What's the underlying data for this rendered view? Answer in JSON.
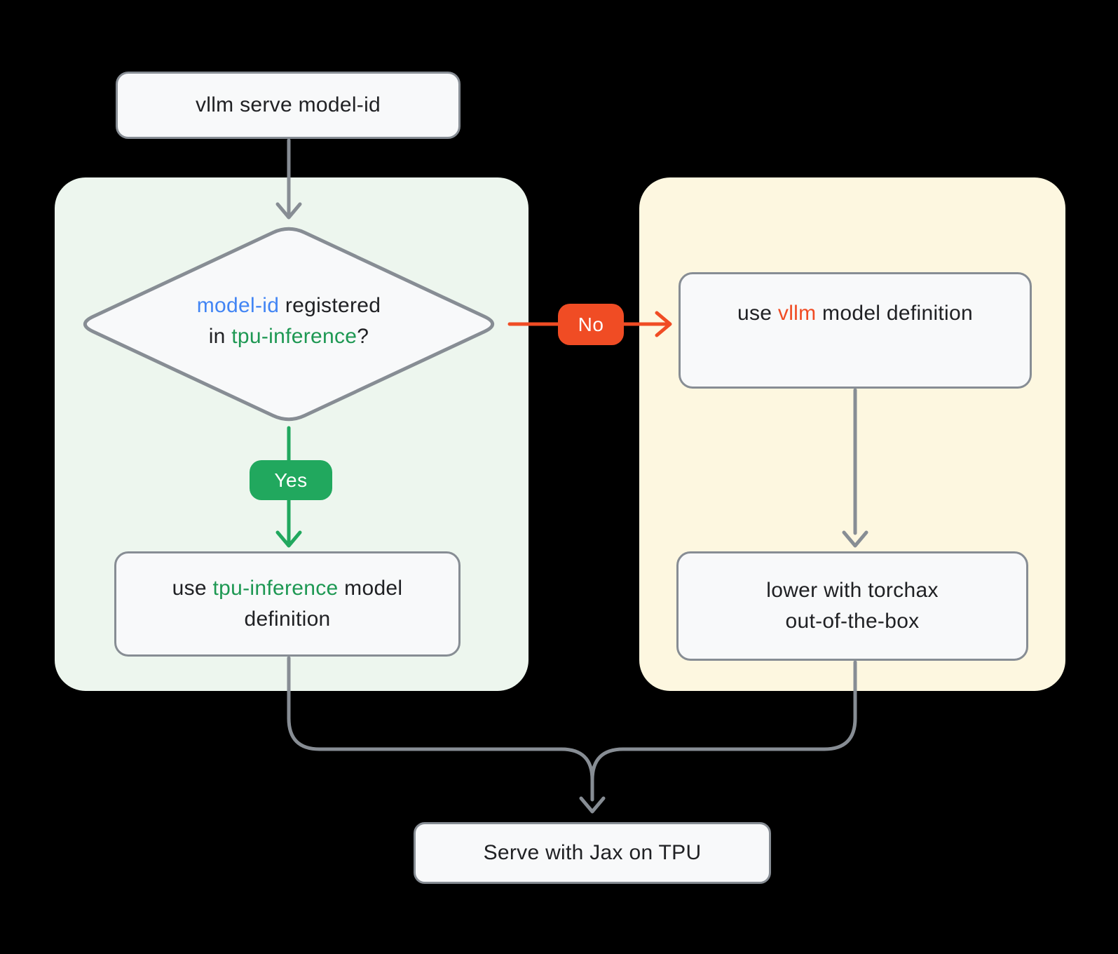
{
  "title": "vLLM TPU model serving decision flowchart",
  "colors": {
    "background": "#000000",
    "node-fill": "#F8F9FA",
    "node-border": "#878D94",
    "connector-gray": "#878D94",
    "text-dark": "#202124",
    "green-container": "#EDF6EE",
    "yellow-container": "#FDF7E0",
    "green-accent": "#21A85E",
    "green-text": "#1E9853",
    "red-accent": "#F04C24",
    "blue-text": "#4285F4",
    "badge-text": "#FFFFFF"
  },
  "nodes": {
    "start": {
      "label": "vllm serve model-id"
    },
    "decision": {
      "line1": [
        {
          "text": "model-id",
          "color": "blue"
        },
        {
          "text": " registered",
          "color": "dark"
        }
      ],
      "line2": [
        {
          "text": "in ",
          "color": "dark"
        },
        {
          "text": "tpu-inference",
          "color": "green"
        },
        {
          "text": "?",
          "color": "dark"
        }
      ]
    },
    "yes_branch": {
      "badge": "Yes",
      "box_line1": [
        {
          "text": "use ",
          "color": "dark"
        },
        {
          "text": "tpu-inference",
          "color": "green"
        },
        {
          "text": " model",
          "color": "dark"
        }
      ],
      "box_line2": [
        {
          "text": "definition",
          "color": "dark"
        }
      ]
    },
    "no_branch": {
      "badge": "No",
      "box": [
        {
          "text": "use ",
          "color": "dark"
        },
        {
          "text": "vllm",
          "color": "red"
        },
        {
          "text": " model definition",
          "color": "dark"
        }
      ],
      "lower_box_line1": "lower with torchax",
      "lower_box_line2": "out-of-the-box"
    },
    "end": {
      "label": "Serve with Jax on TPU"
    }
  }
}
